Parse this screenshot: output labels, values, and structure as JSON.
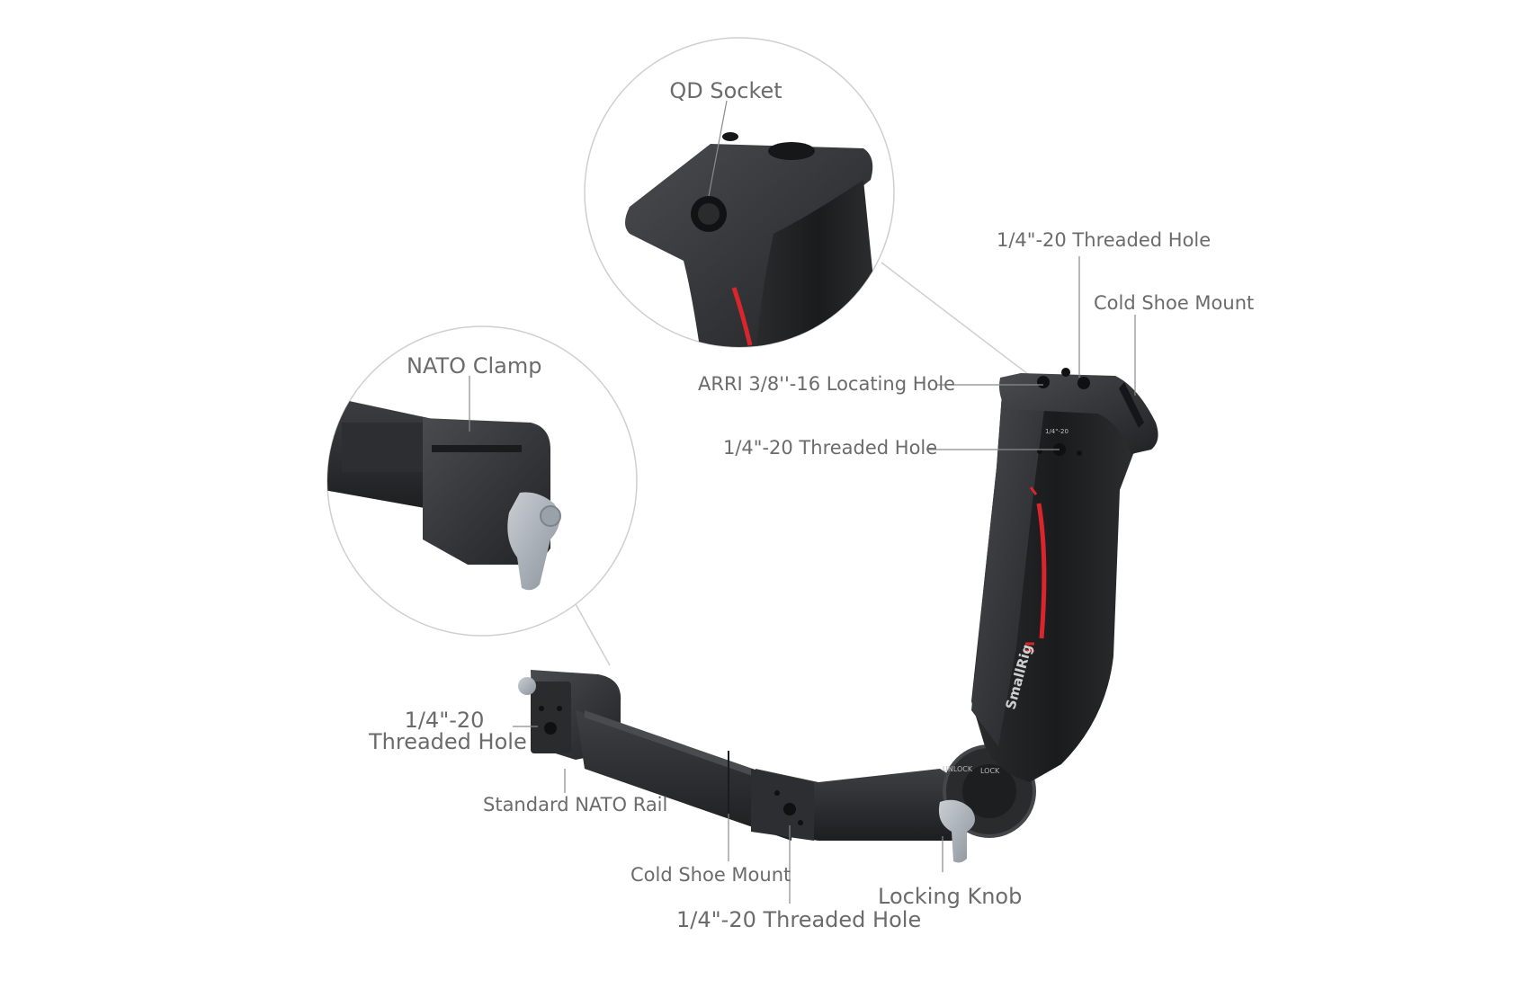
{
  "colors": {
    "background": "#ffffff",
    "callout_line": "#8a8a8a",
    "zoom_circle": "#cfcfcf",
    "label_text": "#6b6b6b",
    "metal_dark": "#2b2c2e",
    "metal_mid": "#3c3d40",
    "grip_rubber": "#1f2022",
    "accent_red": "#d8262c",
    "knob_silver": "#a9b0b8"
  },
  "labels": {
    "qd_socket": "QD Socket",
    "top_threaded_hole": "1/4\"-20 Threaded Hole",
    "cold_shoe_mount_top": "Cold Shoe Mount",
    "arri_locating_hole": "ARRI 3/8''-16 Locating Hole",
    "side_threaded_hole": "1/4\"-20 Threaded Hole",
    "nato_clamp": "NATO Clamp",
    "end_threaded_hole_line1": "1/4\"-20",
    "end_threaded_hole_line2": "Threaded Hole",
    "standard_nato_rail": "Standard NATO Rail",
    "cold_shoe_mount_bottom": "Cold Shoe Mount",
    "bottom_threaded_hole": "1/4\"-20 Threaded Hole",
    "locking_knob": "Locking Knob"
  },
  "product": {
    "brand_mark": "SmallRig",
    "knob_unlock": "UNLOCK",
    "knob_lock": "LOCK",
    "thread_mark": "1/4\"-20"
  }
}
